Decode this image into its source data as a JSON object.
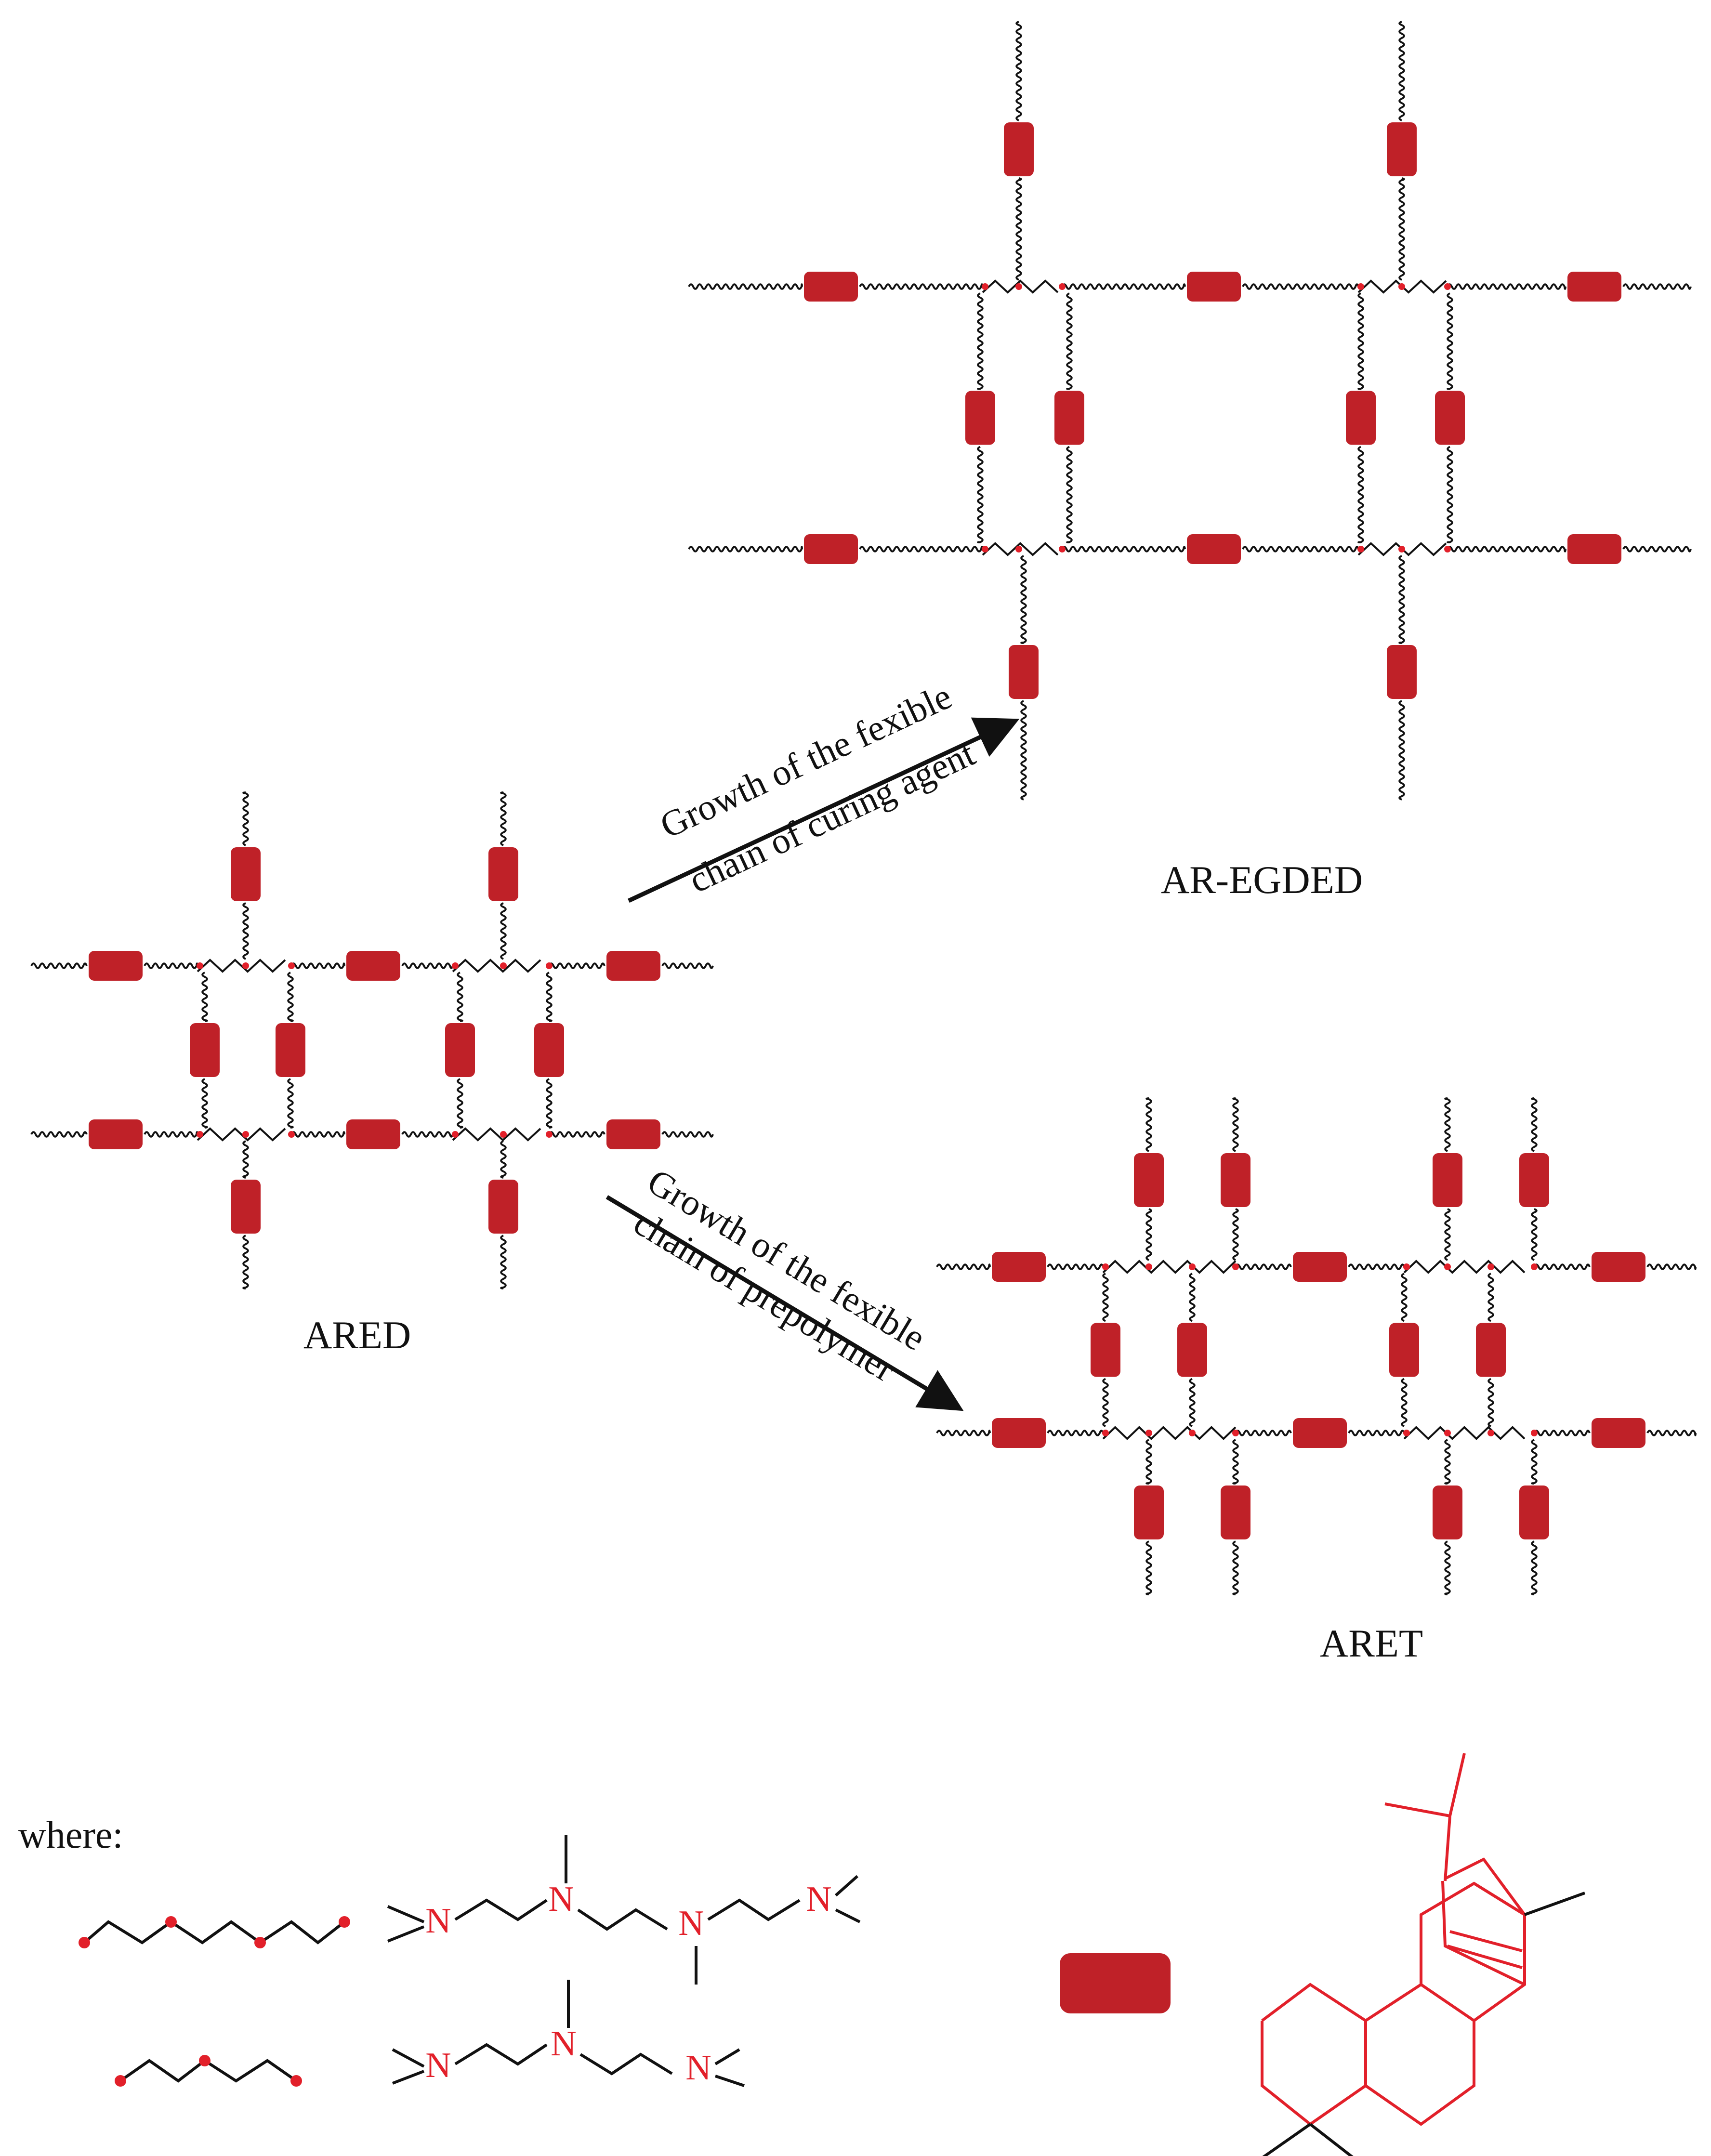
{
  "networks": [
    {
      "id": "ared",
      "label": "ARED",
      "layout": "base"
    },
    {
      "id": "ar-egded",
      "label": "AR-EGDED",
      "layout": "long-curing-agent"
    },
    {
      "id": "aret",
      "label": "ARET",
      "layout": "long-prepolymer"
    }
  ],
  "arrows": [
    {
      "id": "to-ar-egded",
      "line1": "Growth of the fexible",
      "line2": "chain of curing agent"
    },
    {
      "id": "to-aret",
      "line1": "Growth of the fexible",
      "line2": "chain of prepolymer"
    }
  ],
  "legend": {
    "label": "where:",
    "atom_symbol": "N"
  },
  "colors": {
    "block": "#bf2128",
    "structure": "#e2202a",
    "line": "#111111"
  }
}
